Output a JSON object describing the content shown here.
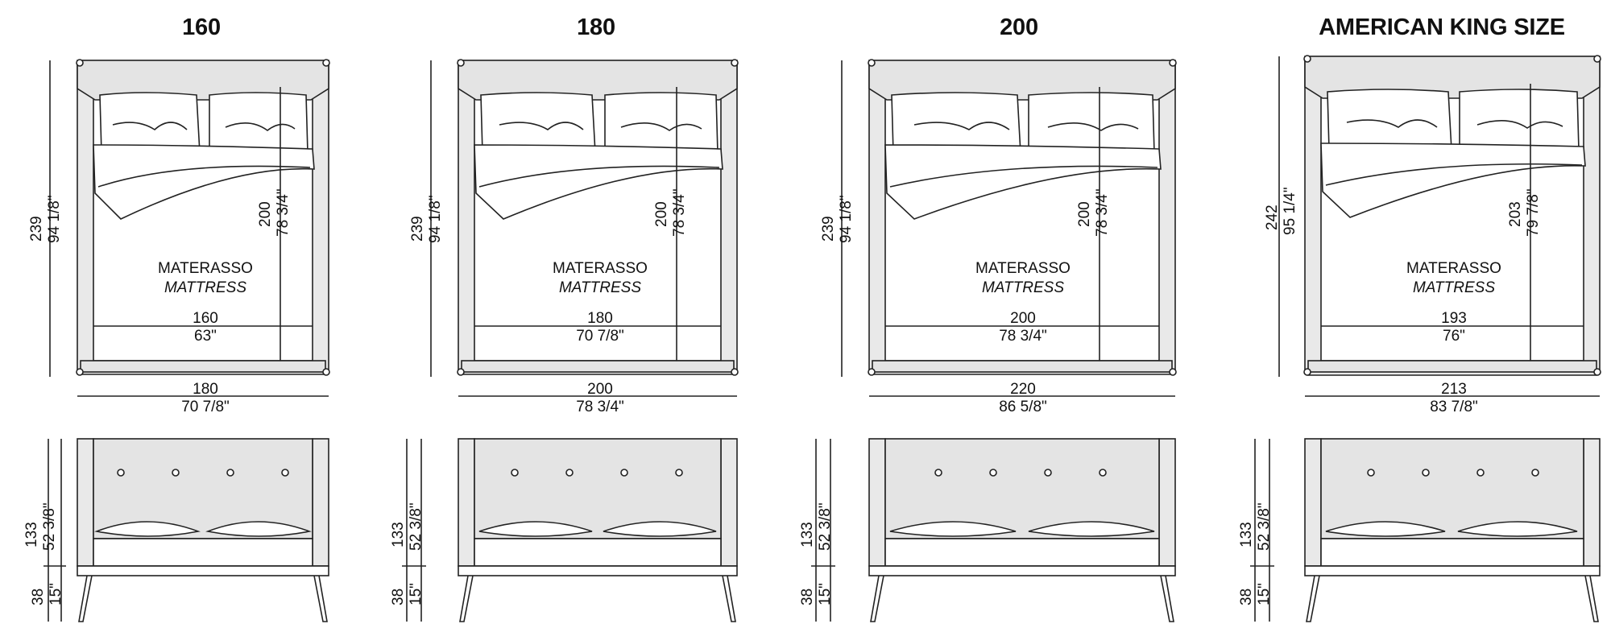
{
  "mattress_label": "MATERASSO",
  "mattress_label_en": "MATTRESS",
  "legs": {
    "height_cm": "38",
    "height_in": "15\""
  },
  "beds": [
    {
      "title": "160",
      "total_length_cm": "239",
      "total_length_in": "94 1/8\"",
      "mattress_length_cm": "200",
      "mattress_length_in": "78 3/4\"",
      "mattress_width_cm": "160",
      "mattress_width_in": "63\"",
      "total_width_cm": "180",
      "total_width_in": "70 7/8\"",
      "headboard_cm": "133",
      "headboard_in": "52 3/8\""
    },
    {
      "title": "180",
      "total_length_cm": "239",
      "total_length_in": "94 1/8\"",
      "mattress_length_cm": "200",
      "mattress_length_in": "78 3/4\"",
      "mattress_width_cm": "180",
      "mattress_width_in": "70 7/8\"",
      "total_width_cm": "200",
      "total_width_in": "78 3/4\"",
      "headboard_cm": "133",
      "headboard_in": "52 3/8\""
    },
    {
      "title": "200",
      "total_length_cm": "239",
      "total_length_in": "94 1/8\"",
      "mattress_length_cm": "200",
      "mattress_length_in": "78 3/4\"",
      "mattress_width_cm": "200",
      "mattress_width_in": "78 3/4\"",
      "total_width_cm": "220",
      "total_width_in": "86 5/8\"",
      "headboard_cm": "133",
      "headboard_in": "52 3/8\""
    },
    {
      "title": "AMERICAN KING SIZE",
      "total_length_cm": "242",
      "total_length_in": "95 1/4\"",
      "mattress_length_cm": "203",
      "mattress_length_in": "79 7/8\"",
      "mattress_width_cm": "193",
      "mattress_width_in": "76\"",
      "total_width_cm": "213",
      "total_width_in": "83 7/8\"",
      "headboard_cm": "133",
      "headboard_in": "52 3/8\""
    }
  ]
}
